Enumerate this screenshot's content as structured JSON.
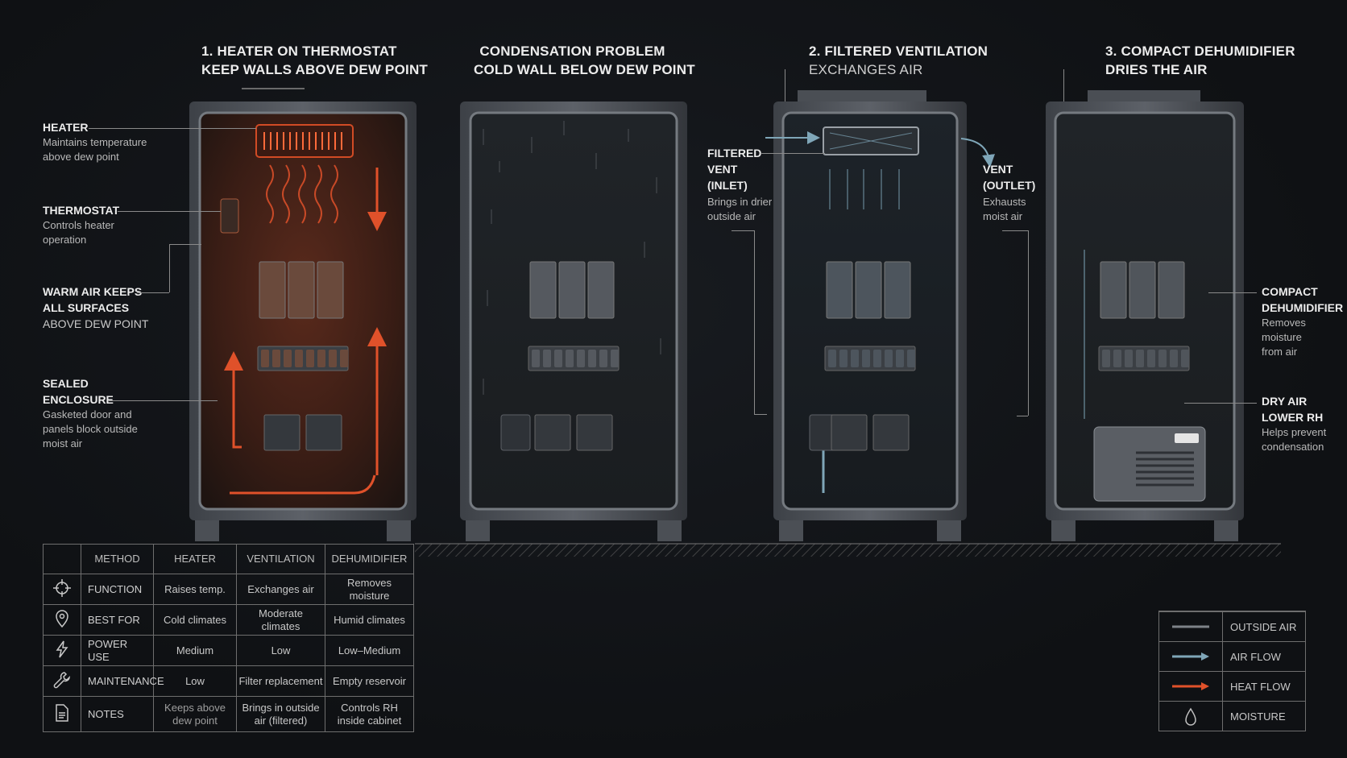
{
  "panels": [
    {
      "title": "1. HEATER ON THERMOSTAT",
      "subtitle": "KEEP WALLS ABOVE DEW POINT"
    },
    {
      "title": "CONDENSATION PROBLEM",
      "subtitle": "COLD WALL BELOW DEW POINT"
    },
    {
      "title": "2. FILTERED VENTILATION",
      "subtitle": "EXCHANGES AIR"
    },
    {
      "title": "3. COMPACT DEHUMIDIFIER",
      "subtitle": "DRIES THE AIR"
    }
  ],
  "callouts": {
    "heater": {
      "title": "HEATER",
      "desc": "Maintains temperature\nabove dew point"
    },
    "thermostat": {
      "title": "THERMOSTAT",
      "desc": "Controls heater\noperation"
    },
    "warm_air": {
      "title": "WARM AIR KEEPS\nALL SURFACES",
      "desc": "ABOVE DEW POINT"
    },
    "sealed": {
      "title": "SEALED\nENCLOSURE",
      "desc": "Gasketed door and\npanels block outside\nmoist air"
    },
    "filtered_vent": {
      "title": "FILTERED\nVENT\n(INLET)",
      "desc": "Brings in drier\noutside air"
    },
    "vent_outlet": {
      "title": "VENT\n(OUTLET)",
      "desc": "Exhausts\nmoist air"
    },
    "dehumidifier": {
      "title": "COMPACT\nDEHUMIDIFIER",
      "desc": "Removes moisture\nfrom air"
    },
    "dry_air": {
      "title": "DRY AIR\nLOWER RH",
      "desc": "Helps prevent\ncondensation"
    }
  },
  "table": {
    "headers": [
      "METHOD",
      "HEATER",
      "VENTILATION",
      "DEHUMIDIFIER"
    ],
    "rows": [
      {
        "icon": "crosshair-icon",
        "label": "FUNCTION",
        "cells": [
          "Raises temp.",
          "Exchanges air",
          "Removes moisture"
        ]
      },
      {
        "icon": "location-pin-icon",
        "label": "BEST FOR",
        "cells": [
          "Cold climates",
          "Moderate climates",
          "Humid climates"
        ]
      },
      {
        "icon": "lightning-icon",
        "label": "POWER USE",
        "cells": [
          "Medium",
          "Low",
          "Low–Medium"
        ]
      },
      {
        "icon": "wrench-icon",
        "label": "MAINTENANCE",
        "cells": [
          "Low",
          "Filter replacement",
          "Empty reservoir"
        ]
      },
      {
        "icon": "document-icon",
        "label": "NOTES",
        "cells": [
          "Keeps above\ndew point",
          "Brings in outside\nair (filtered)",
          "Controls RH\ninside cabinet"
        ]
      }
    ]
  },
  "legend": [
    {
      "icon": "outside-air-line",
      "label": "OUTSIDE AIR",
      "color": "#7d8288"
    },
    {
      "icon": "air-flow-arrow",
      "label": "AIR FLOW",
      "color": "#7fa6b8"
    },
    {
      "icon": "heat-flow-arrow",
      "label": "HEAT FLOW",
      "color": "#e0512a"
    },
    {
      "icon": "droplet-icon",
      "label": "MOISTURE",
      "color": "#bfbfbf"
    }
  ],
  "colors": {
    "background": "#0f1114",
    "heat": "#e0512a",
    "airflow": "#7fa6b8",
    "steel": "#5c6066"
  }
}
